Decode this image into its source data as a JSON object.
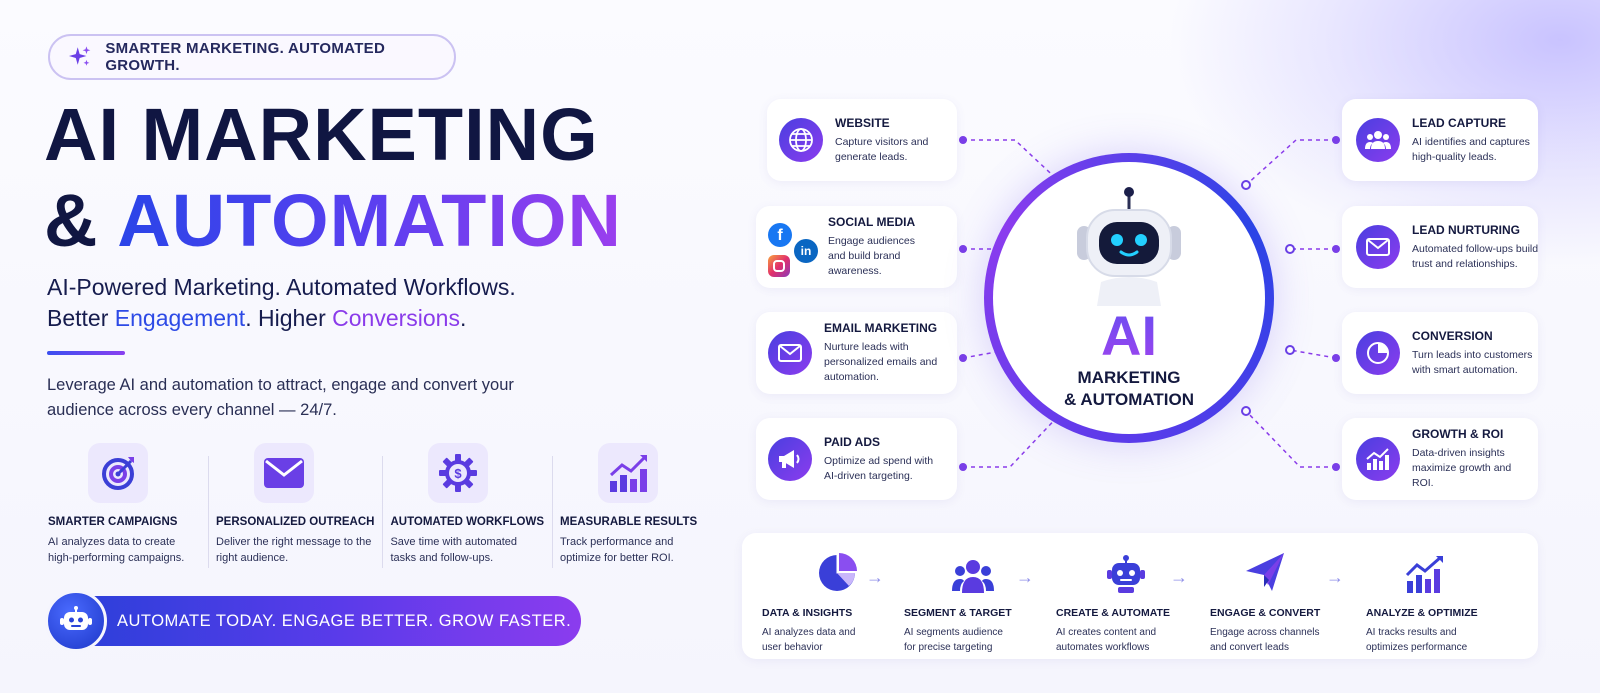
{
  "tagline": "SMARTER MARKETING. AUTOMATED GROWTH.",
  "title": {
    "line1": "AI MARKETING",
    "line2_prefix": "& ",
    "line2_highlight": "AUTOMATION"
  },
  "subtitle": {
    "line1": "AI-Powered Marketing. Automated Workflows.",
    "l2_a": "Better ",
    "l2_b": "Engagement",
    "l2_c": ". Higher ",
    "l2_d": "Conversions",
    "l2_e": "."
  },
  "description": "Leverage AI and automation to attract, engage and convert your audience across every channel — 24/7.",
  "features": [
    {
      "title": "SMARTER CAMPAIGNS",
      "desc": "AI analyzes data to create high-performing campaigns.",
      "icon": "target-icon"
    },
    {
      "title": "PERSONALIZED OUTREACH",
      "desc": "Deliver the right message to the right audience.",
      "icon": "envelope-icon"
    },
    {
      "title": "AUTOMATED WORKFLOWS",
      "desc": "Save time with automated tasks and follow-ups.",
      "icon": "gear-dollar-icon"
    },
    {
      "title": "MEASURABLE RESULTS",
      "desc": "Track performance and optimize for better ROI.",
      "icon": "bar-chart-icon"
    }
  ],
  "cta": "AUTOMATE TODAY. ENGAGE BETTER. GROW FASTER.",
  "hub": {
    "ai": "AI",
    "label_line1": "MARKETING",
    "label_line2": "& AUTOMATION"
  },
  "left_nodes": [
    {
      "title": "WEBSITE",
      "desc": "Capture visitors and generate leads.",
      "icon": "globe-icon"
    },
    {
      "title": "SOCIAL MEDIA",
      "desc": "Engage audiences and build brand awareness.",
      "icon": "social-icons"
    },
    {
      "title": "EMAIL MARKETING",
      "desc": "Nurture leads with personalized emails and automation.",
      "icon": "envelope-icon"
    },
    {
      "title": "PAID ADS",
      "desc": "Optimize ad spend with AI-driven targeting.",
      "icon": "megaphone-icon"
    }
  ],
  "right_nodes": [
    {
      "title": "LEAD CAPTURE",
      "desc": "AI identifies and captures high-quality leads.",
      "icon": "users-icon"
    },
    {
      "title": "LEAD NURTURING",
      "desc": "Automated follow-ups build trust and relationships.",
      "icon": "envelope-icon"
    },
    {
      "title": "CONVERSION",
      "desc": "Turn leads into customers with smart automation.",
      "icon": "pie-chart-icon"
    },
    {
      "title": "GROWTH & ROI",
      "desc": "Data-driven insights maximize growth and ROI.",
      "icon": "growth-chart-icon"
    }
  ],
  "flow_steps": [
    {
      "title": "DATA & INSIGHTS",
      "desc": "AI analyzes data and user behavior",
      "icon": "pie-chart-icon"
    },
    {
      "title": "SEGMENT & TARGET",
      "desc": "AI segments audience for precise targeting",
      "icon": "users-icon"
    },
    {
      "title": "CREATE & AUTOMATE",
      "desc": "AI creates content and automates workflows",
      "icon": "robot-icon"
    },
    {
      "title": "ENGAGE & CONVERT",
      "desc": "Engage across channels and convert leads",
      "icon": "paper-plane-icon"
    },
    {
      "title": "ANALYZE & OPTIMIZE",
      "desc": "AI tracks results and optimizes performance",
      "icon": "growth-chart-icon"
    }
  ],
  "colors": {
    "navy": "#101642",
    "blue": "#2d4ae6",
    "purple": "#8a3bea",
    "accent_light": "#ece8fd"
  }
}
